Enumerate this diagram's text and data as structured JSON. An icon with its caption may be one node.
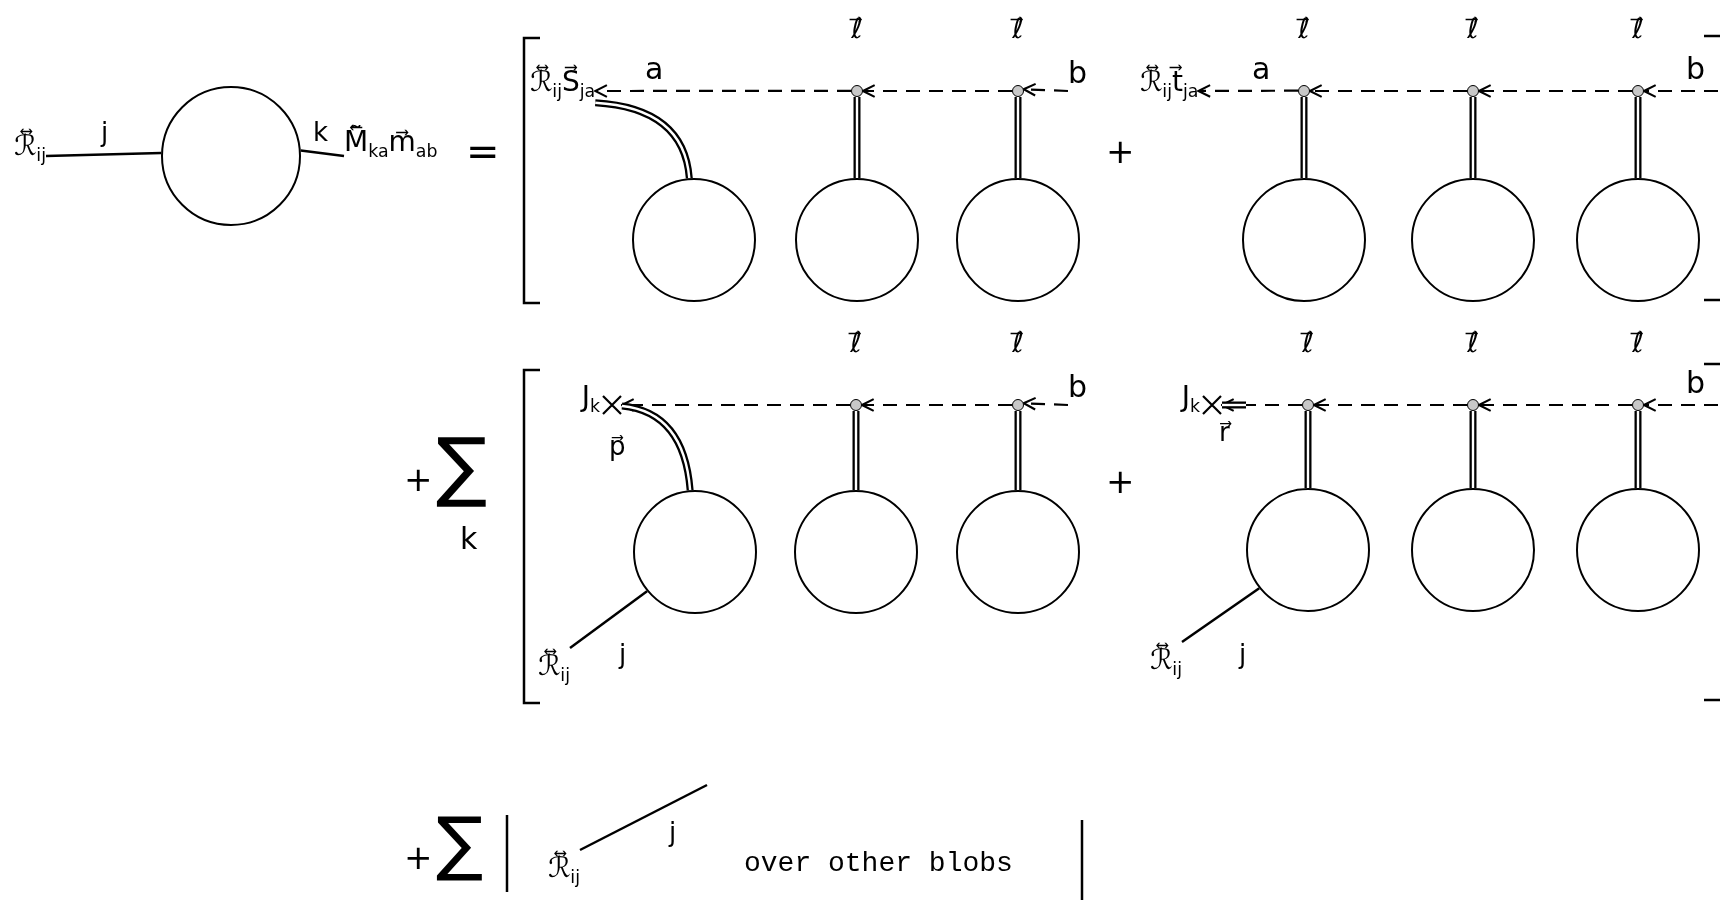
{
  "diagram": {
    "nodes": [
      {
        "text": [
          "ℛ⃡$_{ij}$"
        ]
      },
      {
        "text": [],
        "shape": "circle"
      },
      {
        "text": [
          "M̃⃖$_{ka}$m⃗$_{ab}$"
        ]
      },
      {
        "text": [
          "ℛ⃡$_{ij}$S⃗$_{ja}$"
        ]
      },
      {
        "text": [],
        "shape": "circle",
        "beside": [
          "ℓ⃗"
        ]
      },
      {
        "text": [],
        "shape": "circle",
        "beside": [
          "ℓ⃗"
        ]
      },
      {
        "text": [],
        "shape": "circle"
      },
      {
        "text": [],
        "shape": "circle"
      },
      {
        "text": [],
        "shape": "circle"
      },
      {
        "text": [
          "ℛ⃡$_{ij}$t⃗$_{ja}$"
        ]
      },
      {
        "text": [],
        "shape": "circle",
        "beside": [
          "ℓ⃗"
        ]
      },
      {
        "text": [],
        "shape": "circle",
        "beside": [
          "ℓ⃗"
        ]
      },
      {
        "text": [],
        "shape": "circle",
        "beside": [
          "ℓ⃗"
        ]
      },
      {
        "text": [],
        "shape": "circle"
      },
      {
        "text": [],
        "shape": "circle"
      },
      {
        "text": [],
        "shape": "circle"
      },
      {
        "text": [],
        "shape": "cross",
        "beside": [
          "J$_{k}$"
        ]
      },
      {
        "text": [],
        "shape": "circle",
        "beside": [
          "ℓ⃗"
        ]
      },
      {
        "text": [],
        "shape": "circle",
        "beside": [
          "ℓ⃗"
        ]
      },
      {
        "text": [],
        "shape": "circle"
      },
      {
        "text": [],
        "shape": "circle"
      },
      {
        "text": [],
        "shape": "circle"
      },
      {
        "text": [
          "ℛ⃡$_{ij}$"
        ]
      },
      {
        "text": [],
        "shape": "cross",
        "beside": [
          "J$_{k}$"
        ]
      },
      {
        "text": [],
        "shape": "circle",
        "beside": [
          "ℓ⃗"
        ]
      },
      {
        "text": [],
        "shape": "circle",
        "beside": [
          "ℓ⃗"
        ]
      },
      {
        "text": [],
        "shape": "circle",
        "beside": [
          "ℓ⃗"
        ]
      },
      {
        "text": [],
        "shape": "circle"
      },
      {
        "text": [],
        "shape": "circle"
      },
      {
        "text": [],
        "shape": "circle"
      },
      {
        "text": [
          "ℛ⃡$_{ij}$"
        ]
      },
      {
        "text": [
          "ℛ⃡$_{ij}$"
        ]
      },
      {
        "text": [
          "b"
        ]
      },
      {
        "text": [
          "b"
        ]
      }
    ],
    "edges": [
      {
        "from": 0,
        "to": 1,
        "arrow": "none",
        "label": "j"
      },
      {
        "from": 1,
        "to": 2,
        "arrow": "none",
        "label": "k"
      },
      {
        "from": 32,
        "to": 5,
        "arrow": "to",
        "style": "dashed"
      },
      {
        "from": 5,
        "to": 4,
        "arrow": "to",
        "style": "dashed"
      },
      {
        "from": 4,
        "to": 3,
        "arrow": "to",
        "style": "dashed"
      },
      {
        "from": 3,
        "to": 6,
        "arrow": "none",
        "style": "thick"
      },
      {
        "from": 4,
        "to": 7,
        "arrow": "none",
        "style": "thick"
      },
      {
        "from": 5,
        "to": 8,
        "arrow": "none",
        "style": "thick"
      },
      {
        "from": null,
        "to": 12,
        "arrow": "to",
        "style": "dashed"
      },
      {
        "from": 12,
        "to": 11,
        "arrow": "to",
        "style": "dashed"
      },
      {
        "from": 11,
        "to": 10,
        "arrow": "to",
        "style": "dashed"
      },
      {
        "from": 10,
        "to": 9,
        "arrow": "to",
        "style": "dashed"
      },
      {
        "from": 10,
        "to": 13,
        "arrow": "none",
        "style": "thick"
      },
      {
        "from": 11,
        "to": 14,
        "arrow": "none",
        "style": "thick"
      },
      {
        "from": 12,
        "to": 15,
        "arrow": "none",
        "style": "thick"
      },
      {
        "from": 33,
        "to": 18,
        "arrow": "to",
        "style": "dashed"
      },
      {
        "from": 18,
        "to": 17,
        "arrow": "to",
        "style": "dashed"
      },
      {
        "from": 17,
        "to": 16,
        "arrow": "to",
        "style": "dashed"
      },
      {
        "from": 16,
        "to": 19,
        "arrow": "none",
        "style": "thick",
        "label": "p⃗"
      },
      {
        "from": 17,
        "to": 20,
        "arrow": "none",
        "style": "thick"
      },
      {
        "from": 18,
        "to": 21,
        "arrow": "none",
        "style": "thick"
      },
      {
        "from": 22,
        "to": 19,
        "arrow": "none",
        "label": "j"
      },
      {
        "from": null,
        "to": 26,
        "arrow": "to",
        "style": "dashed"
      },
      {
        "from": 26,
        "to": 25,
        "arrow": "to",
        "style": "dashed"
      },
      {
        "from": 25,
        "to": 24,
        "arrow": "to",
        "style": "dashed"
      },
      {
        "from": 24,
        "to": 23,
        "arrow": "to",
        "style": "dashed"
      },
      {
        "from": 23,
        "to": null,
        "arrow": "none",
        "style": "thick",
        "label": "r⃗"
      },
      {
        "from": 24,
        "to": 27,
        "arrow": "none",
        "style": "thick"
      },
      {
        "from": 25,
        "to": 28,
        "arrow": "none",
        "style": "thick"
      },
      {
        "from": 26,
        "to": 29,
        "arrow": "none",
        "style": "thick"
      },
      {
        "from": 30,
        "to": 27,
        "arrow": "none",
        "label": "j"
      },
      {
        "from": 31,
        "to": null,
        "arrow": "none",
        "label": "j"
      }
    ],
    "labels": [
      "=",
      "a",
      "+",
      "a",
      "b",
      "+",
      "∑",
      "k",
      "+",
      "b",
      "+",
      "∑",
      "over other blobs"
    ]
  }
}
